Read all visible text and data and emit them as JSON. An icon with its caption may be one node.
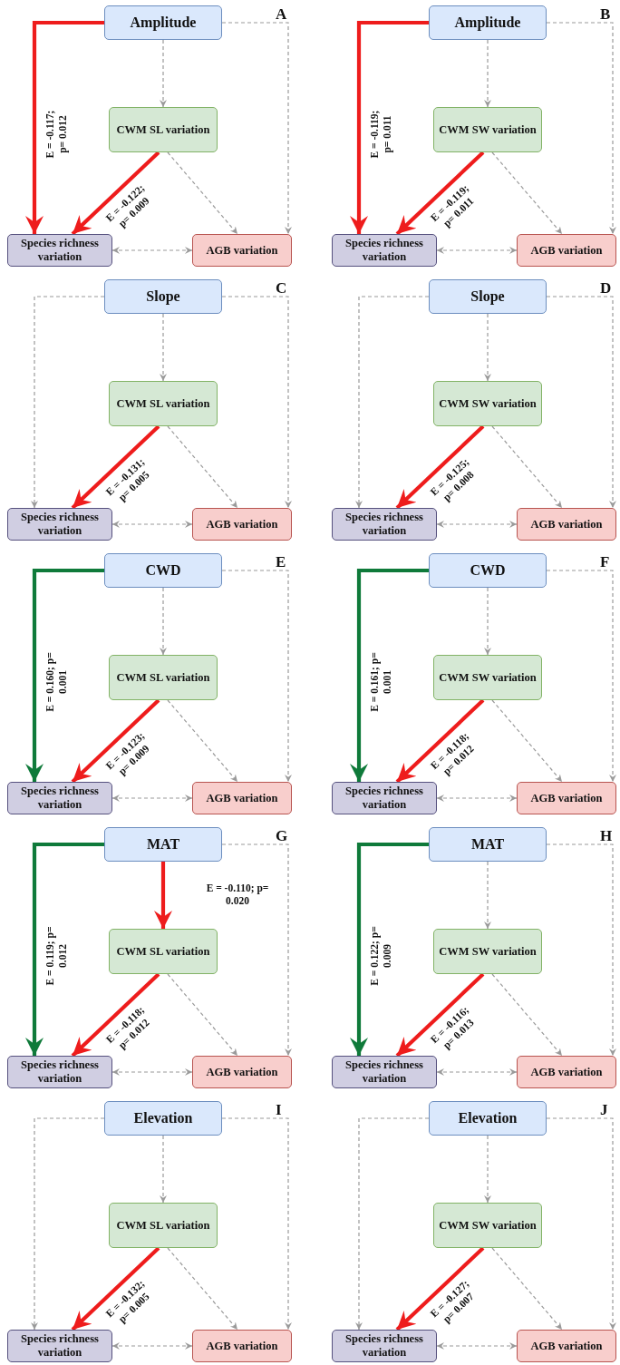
{
  "diagram": {
    "nodes": [
      {
        "text": [
          "Amplitude"
        ]
      },
      {
        "text": [
          "CWM SL variation"
        ]
      },
      {
        "text": [
          "Species richness variation"
        ]
      },
      {
        "text": [
          "AGB variation"
        ]
      },
      {
        "text": [
          "Amplitude"
        ]
      },
      {
        "text": [
          "CWM SW variation"
        ]
      },
      {
        "text": [
          "Species richness variation"
        ]
      },
      {
        "text": [
          "AGB variation"
        ]
      },
      {
        "text": [
          "Slope"
        ]
      },
      {
        "text": [
          "CWM SL variation"
        ]
      },
      {
        "text": [
          "Species richness variation"
        ]
      },
      {
        "text": [
          "AGB variation"
        ]
      },
      {
        "text": [
          "Slope"
        ]
      },
      {
        "text": [
          "CWM SW variation"
        ]
      },
      {
        "text": [
          "Species richness variation"
        ]
      },
      {
        "text": [
          "AGB variation"
        ]
      },
      {
        "text": [
          "CWD"
        ]
      },
      {
        "text": [
          "CWM SL variation"
        ]
      },
      {
        "text": [
          "Species richness variation"
        ]
      },
      {
        "text": [
          "AGB variation"
        ]
      },
      {
        "text": [
          "CWD"
        ]
      },
      {
        "text": [
          "CWM SW variation"
        ]
      },
      {
        "text": [
          "Species richness variation"
        ]
      },
      {
        "text": [
          "AGB variation"
        ]
      },
      {
        "text": [
          "MAT"
        ]
      },
      {
        "text": [
          "CWM SL variation"
        ]
      },
      {
        "text": [
          "Species richness variation"
        ]
      },
      {
        "text": [
          "AGB variation"
        ]
      },
      {
        "text": [
          "MAT"
        ]
      },
      {
        "text": [
          "CWM SW variation"
        ]
      },
      {
        "text": [
          "Species richness variation"
        ]
      },
      {
        "text": [
          "AGB variation"
        ]
      },
      {
        "text": [
          "Elevation"
        ]
      },
      {
        "text": [
          "CWM SL variation"
        ]
      },
      {
        "text": [
          "Species richness variation"
        ]
      },
      {
        "text": [
          "AGB variation"
        ]
      },
      {
        "text": [
          "Elevation"
        ]
      },
      {
        "text": [
          "CWM SW variation"
        ]
      },
      {
        "text": [
          "Species richness variation"
        ]
      },
      {
        "text": [
          "AGB variation"
        ]
      }
    ],
    "edges": [
      {
        "from": 0,
        "to": 1,
        "arrow": "to",
        "style": "dashed"
      },
      {
        "from": 0,
        "to": 2,
        "arrow": "to",
        "style": "thick",
        "color": "#ee1c1c",
        "label": "E = -0.117; p= 0.012"
      },
      {
        "from": 0,
        "to": 3,
        "arrow": "to",
        "style": "dashed"
      },
      {
        "from": 1,
        "to": 2,
        "arrow": "to",
        "style": "thick",
        "color": "#ee1c1c",
        "label": "E = -0.122; p= 0.009"
      },
      {
        "from": 1,
        "to": 3,
        "arrow": "to",
        "style": "dashed"
      },
      {
        "from": 2,
        "to": 3,
        "arrow": "both",
        "style": "dashed"
      },
      {
        "from": 4,
        "to": 5,
        "arrow": "to",
        "style": "dashed"
      },
      {
        "from": 4,
        "to": 6,
        "arrow": "to",
        "style": "thick",
        "color": "#ee1c1c",
        "label": "E = -0.119; p= 0.011"
      },
      {
        "from": 4,
        "to": 7,
        "arrow": "to",
        "style": "dashed"
      },
      {
        "from": 5,
        "to": 6,
        "arrow": "to",
        "style": "thick",
        "color": "#ee1c1c",
        "label": "E = -0.119; p= 0.011"
      },
      {
        "from": 5,
        "to": 7,
        "arrow": "to",
        "style": "dashed"
      },
      {
        "from": 6,
        "to": 7,
        "arrow": "both",
        "style": "dashed"
      },
      {
        "from": 8,
        "to": 9,
        "arrow": "to",
        "style": "dashed"
      },
      {
        "from": 8,
        "to": 10,
        "arrow": "to",
        "style": "dashed"
      },
      {
        "from": 8,
        "to": 11,
        "arrow": "to",
        "style": "dashed"
      },
      {
        "from": 9,
        "to": 10,
        "arrow": "to",
        "style": "thick",
        "color": "#ee1c1c",
        "label": "E = -0.131; p= 0.005"
      },
      {
        "from": 9,
        "to": 11,
        "arrow": "to",
        "style": "dashed"
      },
      {
        "from": 10,
        "to": 11,
        "arrow": "both",
        "style": "dashed"
      },
      {
        "from": 12,
        "to": 13,
        "arrow": "to",
        "style": "dashed"
      },
      {
        "from": 12,
        "to": 14,
        "arrow": "to",
        "style": "dashed"
      },
      {
        "from": 12,
        "to": 15,
        "arrow": "to",
        "style": "dashed"
      },
      {
        "from": 13,
        "to": 14,
        "arrow": "to",
        "style": "thick",
        "color": "#ee1c1c",
        "label": "E = -0.125; p= 0.008"
      },
      {
        "from": 13,
        "to": 15,
        "arrow": "to",
        "style": "dashed"
      },
      {
        "from": 14,
        "to": 15,
        "arrow": "both",
        "style": "dashed"
      },
      {
        "from": 16,
        "to": 17,
        "arrow": "to",
        "style": "dashed"
      },
      {
        "from": 16,
        "to": 18,
        "arrow": "to",
        "style": "thick",
        "color": "#0f7a3a",
        "label": "E = 0.160; p= 0.001"
      },
      {
        "from": 16,
        "to": 19,
        "arrow": "to",
        "style": "dashed"
      },
      {
        "from": 17,
        "to": 18,
        "arrow": "to",
        "style": "thick",
        "color": "#ee1c1c",
        "label": "E = -0.123; p= 0.009"
      },
      {
        "from": 17,
        "to": 19,
        "arrow": "to",
        "style": "dashed"
      },
      {
        "from": 18,
        "to": 19,
        "arrow": "both",
        "style": "dashed"
      },
      {
        "from": 20,
        "to": 21,
        "arrow": "to",
        "style": "dashed"
      },
      {
        "from": 20,
        "to": 22,
        "arrow": "to",
        "style": "thick",
        "color": "#0f7a3a",
        "label": "E = 0.161; p= 0.001"
      },
      {
        "from": 20,
        "to": 23,
        "arrow": "to",
        "style": "dashed"
      },
      {
        "from": 21,
        "to": 22,
        "arrow": "to",
        "style": "thick",
        "color": "#ee1c1c",
        "label": "E = -0.118; p= 0.012"
      },
      {
        "from": 21,
        "to": 23,
        "arrow": "to",
        "style": "dashed"
      },
      {
        "from": 22,
        "to": 23,
        "arrow": "both",
        "style": "dashed"
      },
      {
        "from": 24,
        "to": 25,
        "arrow": "to",
        "style": "thick",
        "color": "#ee1c1c",
        "label": "E = -0.110; p= 0.020"
      },
      {
        "from": 24,
        "to": 26,
        "arrow": "to",
        "style": "thick",
        "color": "#0f7a3a",
        "label": "E = 0.119; p= 0.012"
      },
      {
        "from": 24,
        "to": 27,
        "arrow": "to",
        "style": "dashed"
      },
      {
        "from": 25,
        "to": 26,
        "arrow": "to",
        "style": "thick",
        "color": "#ee1c1c",
        "label": "E = -0.118; p= 0.012"
      },
      {
        "from": 25,
        "to": 27,
        "arrow": "to",
        "style": "dashed"
      },
      {
        "from": 26,
        "to": 27,
        "arrow": "both",
        "style": "dashed"
      },
      {
        "from": 28,
        "to": 29,
        "arrow": "to",
        "style": "dashed"
      },
      {
        "from": 28,
        "to": 30,
        "arrow": "to",
        "style": "thick",
        "color": "#0f7a3a",
        "label": "E = 0.122; p= 0.009"
      },
      {
        "from": 28,
        "to": 31,
        "arrow": "to",
        "style": "dashed"
      },
      {
        "from": 29,
        "to": 30,
        "arrow": "to",
        "style": "thick",
        "color": "#ee1c1c",
        "label": "E = -0.116; p= 0.013"
      },
      {
        "from": 29,
        "to": 31,
        "arrow": "to",
        "style": "dashed"
      },
      {
        "from": 30,
        "to": 31,
        "arrow": "both",
        "style": "dashed"
      },
      {
        "from": 32,
        "to": 33,
        "arrow": "to",
        "style": "dashed"
      },
      {
        "from": 32,
        "to": 34,
        "arrow": "to",
        "style": "dashed"
      },
      {
        "from": 32,
        "to": 35,
        "arrow": "to",
        "style": "dashed"
      },
      {
        "from": 33,
        "to": 34,
        "arrow": "to",
        "style": "thick",
        "color": "#ee1c1c",
        "label": "E = -0.132; p= 0.005"
      },
      {
        "from": 33,
        "to": 35,
        "arrow": "to",
        "style": "dashed"
      },
      {
        "from": 34,
        "to": 35,
        "arrow": "both",
        "style": "dashed"
      },
      {
        "from": 36,
        "to": 37,
        "arrow": "to",
        "style": "dashed"
      },
      {
        "from": 36,
        "to": 38,
        "arrow": "to",
        "style": "dashed"
      },
      {
        "from": 36,
        "to": 39,
        "arrow": "to",
        "style": "dashed"
      },
      {
        "from": 37,
        "to": 38,
        "arrow": "to",
        "style": "thick",
        "color": "#ee1c1c",
        "label": "E = -0.127; p= 0.007"
      },
      {
        "from": 37,
        "to": 39,
        "arrow": "to",
        "style": "dashed"
      },
      {
        "from": 38,
        "to": 39,
        "arrow": "both",
        "style": "dashed"
      }
    ],
    "labels": [
      "A",
      "B",
      "C",
      "D",
      "E",
      "F",
      "G",
      "H",
      "I",
      "J"
    ]
  }
}
